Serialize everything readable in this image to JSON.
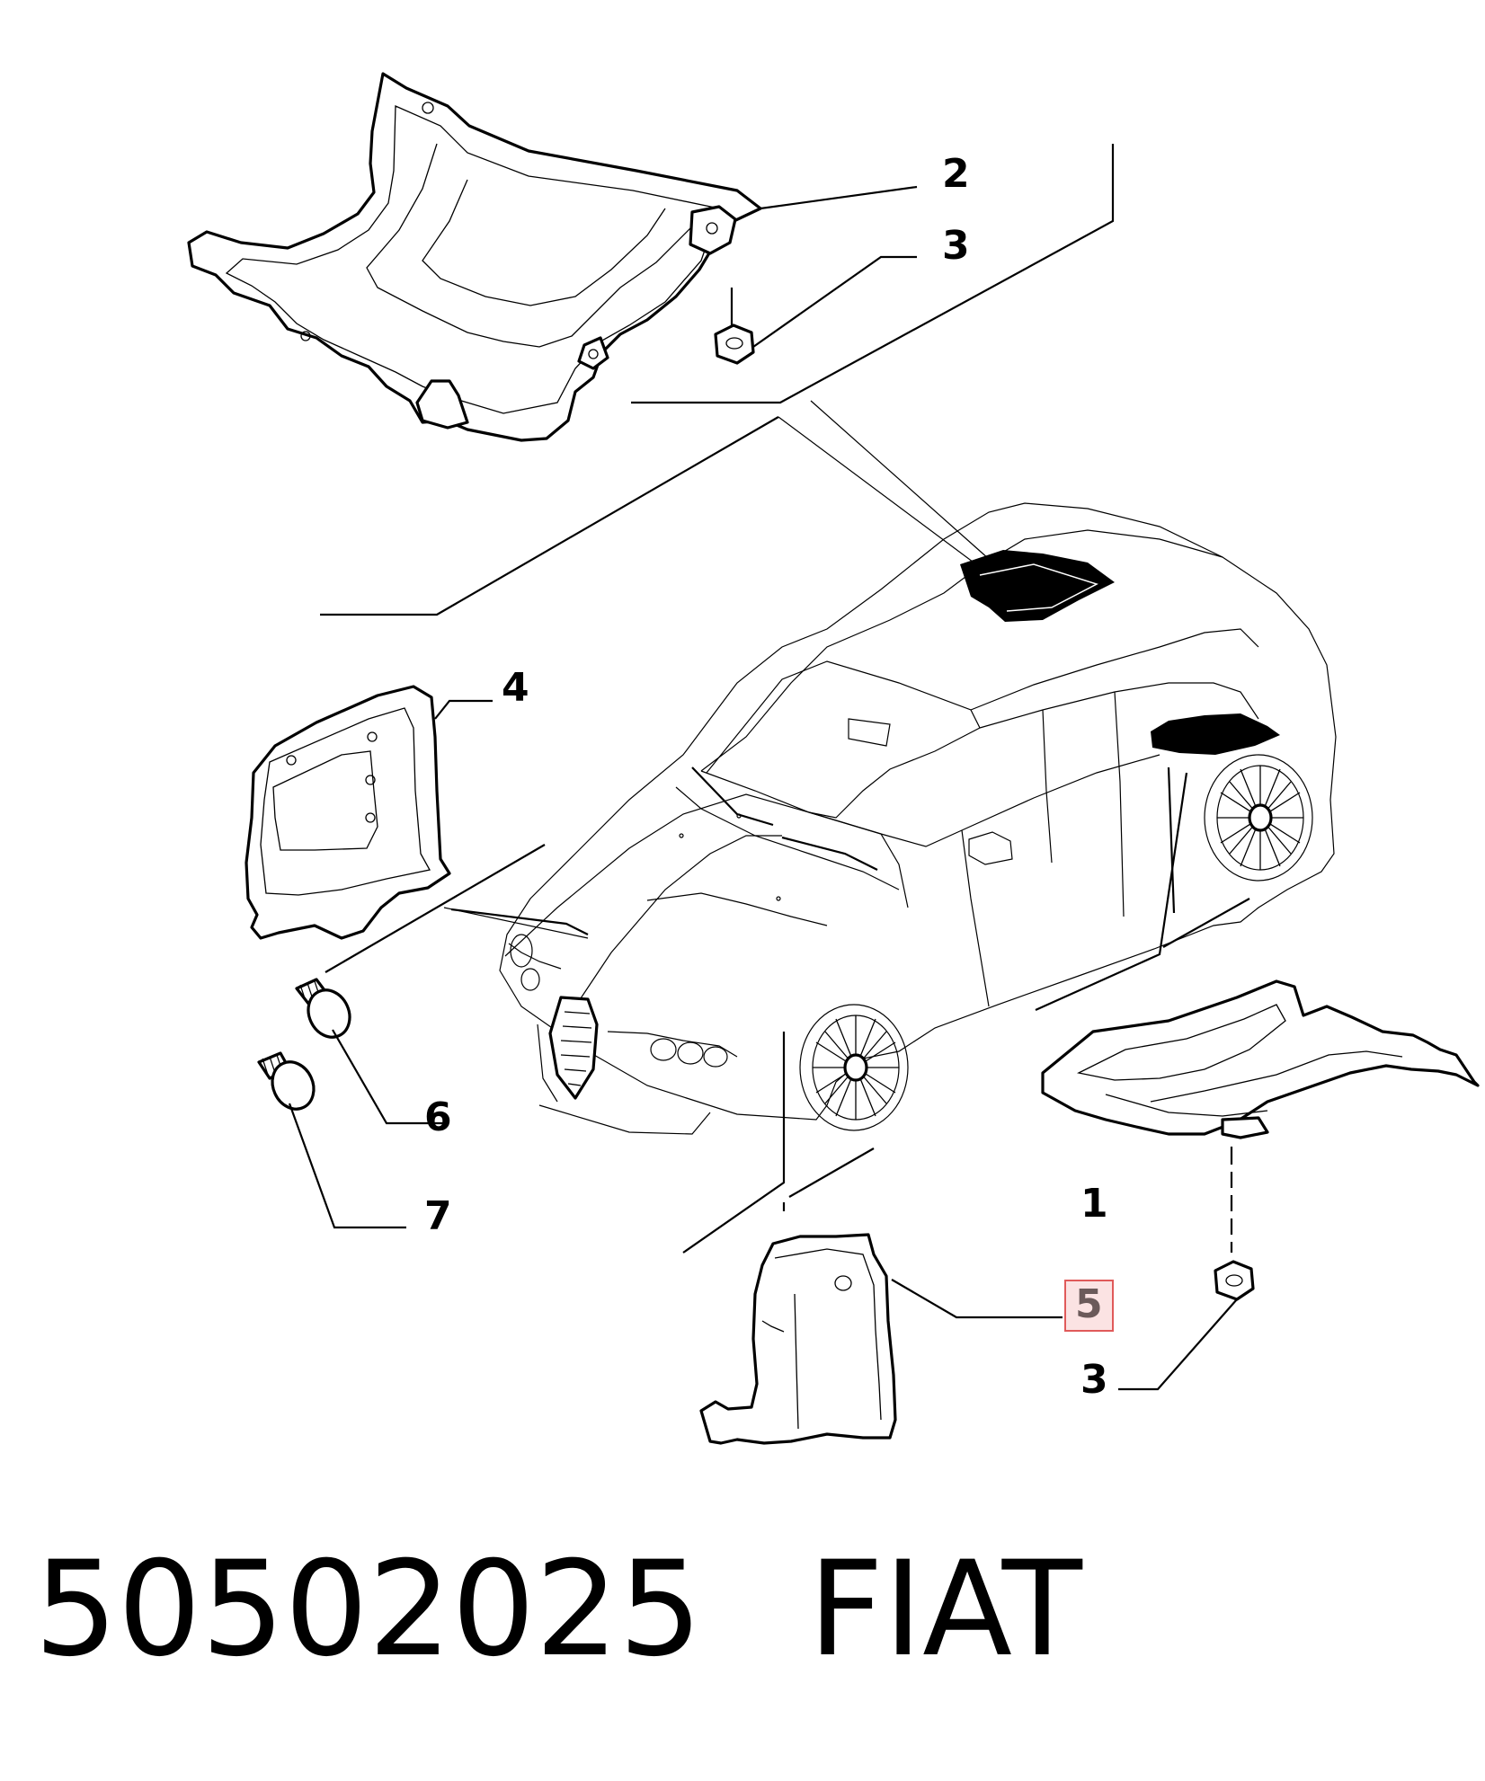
{
  "callouts": {
    "c2": "2",
    "c3_top": "3",
    "c4": "4",
    "c6": "6",
    "c7": "7",
    "c1": "1",
    "c5": "5",
    "c3_bottom": "3"
  },
  "footer": {
    "part_number": "50502025",
    "brand": "FIAT"
  },
  "colors": {
    "highlight_border": "#e05a5a",
    "highlight_fill": "#fbe3e3"
  }
}
